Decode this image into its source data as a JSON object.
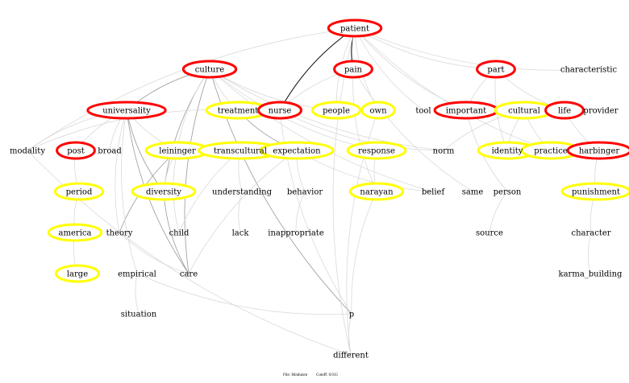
{
  "colors": {
    "red": "#ff0000",
    "yellow": "#ffff00",
    "edge_strong": "#000000",
    "edge_mid": "#999999",
    "edge_light": "#d9d9d9"
  },
  "footer": {
    "file": "File: Hinduism",
    "cutoff": "Cutoff: 0.015"
  },
  "nodes": [
    {
      "id": "patient",
      "label": "patient",
      "style": "red"
    },
    {
      "id": "culture",
      "label": "culture",
      "style": "red"
    },
    {
      "id": "pain",
      "label": "pain",
      "style": "red"
    },
    {
      "id": "part",
      "label": "part",
      "style": "red"
    },
    {
      "id": "characteristic",
      "label": "characteristic",
      "style": "plain"
    },
    {
      "id": "universality",
      "label": "universality",
      "style": "red"
    },
    {
      "id": "treatment",
      "label": "treatment",
      "style": "yellow"
    },
    {
      "id": "nurse",
      "label": "nurse",
      "style": "red"
    },
    {
      "id": "people",
      "label": "people",
      "style": "yellow"
    },
    {
      "id": "own",
      "label": "own",
      "style": "yellow"
    },
    {
      "id": "tool",
      "label": "tool",
      "style": "plain"
    },
    {
      "id": "important",
      "label": "important",
      "style": "red"
    },
    {
      "id": "cultural",
      "label": "cultural",
      "style": "yellow"
    },
    {
      "id": "life",
      "label": "life",
      "style": "red"
    },
    {
      "id": "provider",
      "label": "provider",
      "style": "plain"
    },
    {
      "id": "modality",
      "label": "modality",
      "style": "plain"
    },
    {
      "id": "post",
      "label": "post",
      "style": "red"
    },
    {
      "id": "broad",
      "label": "broad",
      "style": "plain"
    },
    {
      "id": "leininger",
      "label": "leininger",
      "style": "yellow"
    },
    {
      "id": "transcultural",
      "label": "transcultural",
      "style": "yellow"
    },
    {
      "id": "expectation",
      "label": "expectation",
      "style": "yellow"
    },
    {
      "id": "response",
      "label": "response",
      "style": "yellow"
    },
    {
      "id": "norm",
      "label": "norm",
      "style": "plain"
    },
    {
      "id": "identity",
      "label": "identity",
      "style": "yellow"
    },
    {
      "id": "practice",
      "label": "practice",
      "style": "yellow"
    },
    {
      "id": "harbinger",
      "label": "harbinger",
      "style": "red"
    },
    {
      "id": "period",
      "label": "period",
      "style": "yellow"
    },
    {
      "id": "diversity",
      "label": "diversity",
      "style": "yellow"
    },
    {
      "id": "understanding",
      "label": "understanding",
      "style": "plain"
    },
    {
      "id": "behavior",
      "label": "behavior",
      "style": "plain"
    },
    {
      "id": "narayan",
      "label": "narayan",
      "style": "yellow"
    },
    {
      "id": "belief",
      "label": "belief",
      "style": "plain"
    },
    {
      "id": "same",
      "label": "same",
      "style": "plain"
    },
    {
      "id": "person",
      "label": "person",
      "style": "plain"
    },
    {
      "id": "punishment",
      "label": "punishment",
      "style": "yellow"
    },
    {
      "id": "america",
      "label": "america",
      "style": "yellow"
    },
    {
      "id": "theory",
      "label": "theory",
      "style": "plain"
    },
    {
      "id": "child",
      "label": "child",
      "style": "plain"
    },
    {
      "id": "lack",
      "label": "lack",
      "style": "plain"
    },
    {
      "id": "inappropriate",
      "label": "inappropriate",
      "style": "plain"
    },
    {
      "id": "source",
      "label": "source",
      "style": "plain"
    },
    {
      "id": "character",
      "label": "character",
      "style": "plain"
    },
    {
      "id": "large",
      "label": "large",
      "style": "yellow"
    },
    {
      "id": "empirical",
      "label": "empirical",
      "style": "plain"
    },
    {
      "id": "care",
      "label": "care",
      "style": "plain"
    },
    {
      "id": "karma_building",
      "label": "karma_building",
      "style": "plain"
    },
    {
      "id": "situation",
      "label": "situation",
      "style": "plain"
    },
    {
      "id": "p",
      "label": "p",
      "style": "plain"
    },
    {
      "id": "different",
      "label": "different",
      "style": "plain"
    }
  ],
  "edges": [
    [
      "patient",
      "nurse",
      "strong"
    ],
    [
      "patient",
      "pain",
      "strong"
    ],
    [
      "culture",
      "universality",
      "mid"
    ],
    [
      "culture",
      "diversity",
      "mid"
    ],
    [
      "culture",
      "care",
      "mid"
    ],
    [
      "universality",
      "diversity",
      "mid"
    ],
    [
      "universality",
      "care",
      "mid"
    ],
    [
      "treatment",
      "expectation",
      "mid"
    ],
    [
      "leininger",
      "theory",
      "mid"
    ],
    [
      "diversity",
      "care",
      "mid"
    ],
    [
      "culture",
      "p",
      "mid"
    ],
    [
      "patient",
      "modality",
      "light"
    ],
    [
      "patient",
      "part",
      "light"
    ],
    [
      "patient",
      "characteristic",
      "light"
    ],
    [
      "patient",
      "people",
      "light"
    ],
    [
      "patient",
      "own",
      "light"
    ],
    [
      "patient",
      "tool",
      "light"
    ],
    [
      "patient",
      "practice",
      "light"
    ],
    [
      "patient",
      "important",
      "light"
    ],
    [
      "patient",
      "different",
      "light"
    ],
    [
      "culture",
      "treatment",
      "light"
    ],
    [
      "culture",
      "leininger",
      "light"
    ],
    [
      "culture",
      "norm",
      "light"
    ],
    [
      "culture",
      "response",
      "light"
    ],
    [
      "culture",
      "belief",
      "light"
    ],
    [
      "culture",
      "people",
      "light"
    ],
    [
      "pain",
      "narayan",
      "light"
    ],
    [
      "pain",
      "same",
      "light"
    ],
    [
      "pain",
      "nurse",
      "light"
    ],
    [
      "part",
      "important",
      "light"
    ],
    [
      "part",
      "identity",
      "light"
    ],
    [
      "part",
      "life",
      "light"
    ],
    [
      "cultural",
      "identity",
      "light"
    ],
    [
      "cultural",
      "practice",
      "light"
    ],
    [
      "cultural",
      "norm",
      "light"
    ],
    [
      "life",
      "harbinger",
      "light"
    ],
    [
      "harbinger",
      "punishment",
      "light"
    ],
    [
      "punishment",
      "character",
      "light"
    ],
    [
      "character",
      "karma_building",
      "light"
    ],
    [
      "important",
      "person",
      "light"
    ],
    [
      "person",
      "source",
      "light"
    ],
    [
      "universality",
      "post",
      "light"
    ],
    [
      "universality",
      "broad",
      "light"
    ],
    [
      "universality",
      "leininger",
      "light"
    ],
    [
      "universality",
      "theory",
      "light"
    ],
    [
      "universality",
      "empirical",
      "light"
    ],
    [
      "universality",
      "modality",
      "light"
    ],
    [
      "post",
      "period",
      "light"
    ],
    [
      "period",
      "america",
      "light"
    ],
    [
      "america",
      "large",
      "light"
    ],
    [
      "transcultural",
      "understanding",
      "light"
    ],
    [
      "transcultural",
      "child",
      "light"
    ],
    [
      "understanding",
      "lack",
      "light"
    ],
    [
      "expectation",
      "behavior",
      "light"
    ],
    [
      "behavior",
      "inappropriate",
      "light"
    ],
    [
      "expectation",
      "belief",
      "light"
    ],
    [
      "expectation",
      "care",
      "light"
    ],
    [
      "response",
      "narayan",
      "light"
    ],
    [
      "narayan",
      "p",
      "light"
    ],
    [
      "p",
      "different",
      "light"
    ],
    [
      "empirical",
      "situation",
      "light"
    ],
    [
      "empirical",
      "p",
      "light"
    ],
    [
      "theory",
      "care",
      "light"
    ],
    [
      "leininger",
      "diversity",
      "light"
    ],
    [
      "leininger",
      "child",
      "light"
    ],
    [
      "modality",
      "different",
      "light"
    ],
    [
      "nurse",
      "norm",
      "light"
    ],
    [
      "treatment",
      "modality",
      "light"
    ],
    [
      "nurse",
      "p",
      "light"
    ],
    [
      "own",
      "different",
      "light"
    ]
  ]
}
